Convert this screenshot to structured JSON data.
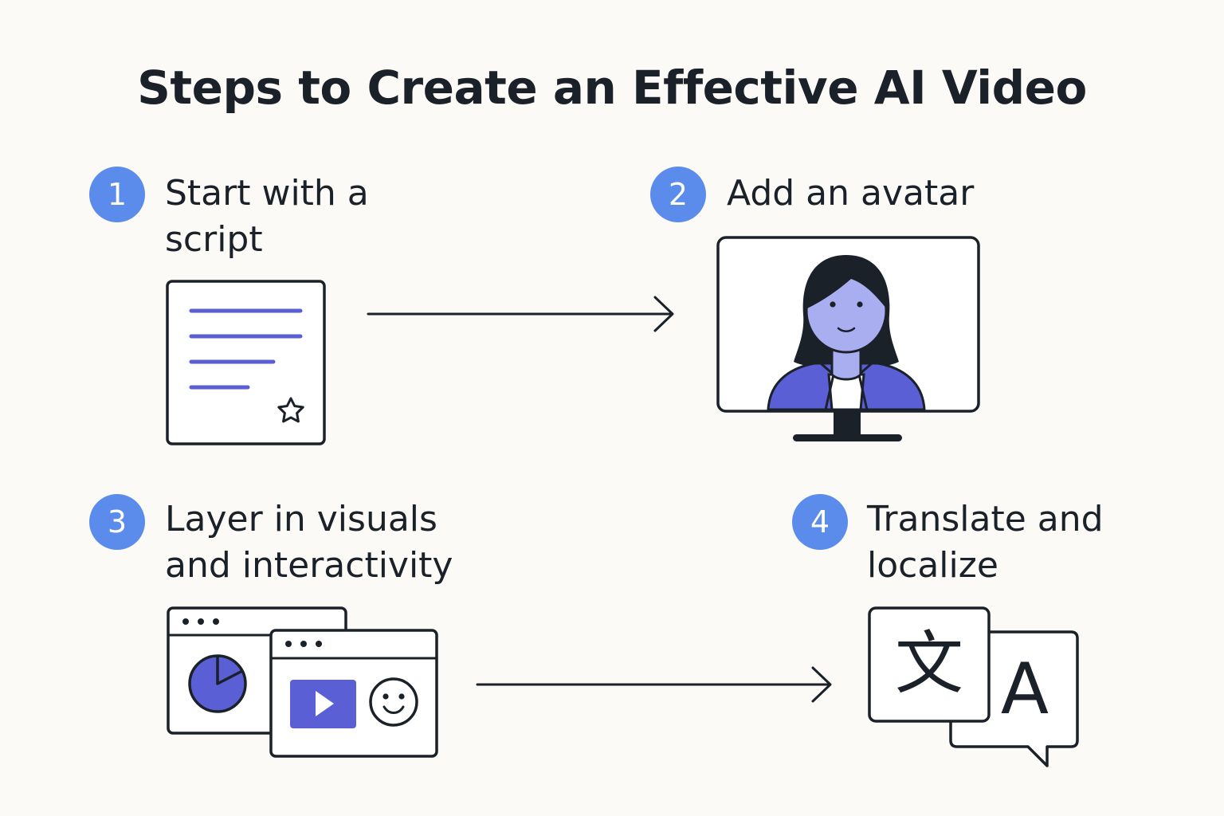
{
  "title": "Steps to Create an Effective AI Video",
  "steps": [
    {
      "number": "1",
      "label": "Start with a script",
      "icon": "script-document-icon"
    },
    {
      "number": "2",
      "label": "Add an avatar",
      "icon": "monitor-avatar-icon"
    },
    {
      "number": "3",
      "label": "Layer in visuals and interactivity",
      "icon": "visual-windows-icon"
    },
    {
      "number": "4",
      "label": "Translate and localize",
      "icon": "translate-icon"
    }
  ],
  "glyphs": {
    "translate_source": "文",
    "translate_target": "A"
  },
  "colors": {
    "background": "#fcfaf7",
    "badge": "#5b8cec",
    "accent": "#5a5fd6",
    "avatar_skin": "#a9aef0",
    "ink": "#1b2128"
  }
}
